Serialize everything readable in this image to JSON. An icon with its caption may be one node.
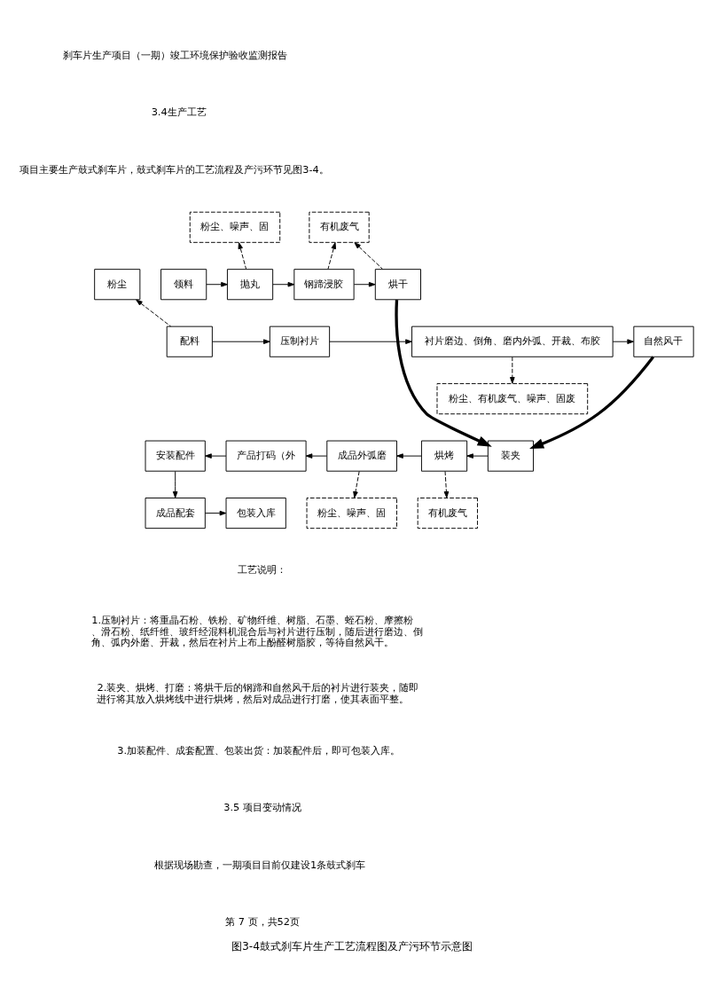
{
  "diagram": {
    "caption": "图3-4鼓式刹车片生产工艺流程图及产污环节示意图",
    "nodes": [
      {
        "text": [
          "粉尘、噪声、固"
        ]
      },
      {
        "text": [
          "有机废气"
        ]
      },
      {
        "text": [
          "粉尘"
        ]
      },
      {
        "text": [
          "领料"
        ]
      },
      {
        "text": [
          "抛丸"
        ]
      },
      {
        "text": [
          "钢蹄浸胶"
        ]
      },
      {
        "text": [
          "烘干"
        ]
      },
      {
        "text": [
          "配料"
        ]
      },
      {
        "text": [
          "压制衬片"
        ]
      },
      {
        "text": [
          "衬片磨边、倒角、磨内外弧、开裁、布胶"
        ]
      },
      {
        "text": [
          "自然风干"
        ]
      },
      {
        "text": [
          "粉尘、有机废气、噪声、固废"
        ]
      },
      {
        "text": [
          "安装配件"
        ]
      },
      {
        "text": [
          "产品打码（外"
        ]
      },
      {
        "text": [
          "成品外弧磨"
        ]
      },
      {
        "text": [
          "烘烤"
        ]
      },
      {
        "text": [
          "装夹"
        ]
      },
      {
        "text": [
          "粉尘、噪声、固"
        ]
      },
      {
        "text": [
          "有机废气"
        ]
      },
      {
        "text": [
          "成品配套"
        ]
      },
      {
        "text": [
          "包装入库"
        ]
      }
    ],
    "edges": [
      {
        "from": 4,
        "to": 0,
        "arrow": "to",
        "style": "dashed"
      },
      {
        "from": 5,
        "to": 1,
        "arrow": "to",
        "style": "dashed"
      },
      {
        "from": 6,
        "to": 1,
        "arrow": "to",
        "style": "dashed"
      },
      {
        "from": 7,
        "to": 2,
        "arrow": "to",
        "style": "dashed"
      },
      {
        "from": 3,
        "to": 4,
        "arrow": "to"
      },
      {
        "from": 4,
        "to": 5,
        "arrow": "to"
      },
      {
        "from": 5,
        "to": 6,
        "arrow": "to"
      },
      {
        "from": 7,
        "to": 8,
        "arrow": "to"
      },
      {
        "from": 8,
        "to": 9,
        "arrow": "to"
      },
      {
        "from": 9,
        "to": 10,
        "arrow": "to"
      },
      {
        "from": 9,
        "to": 11,
        "arrow": "to",
        "style": "dashed"
      },
      {
        "from": 6,
        "to": 16,
        "arrow": "to",
        "style": "thick"
      },
      {
        "from": 10,
        "to": 16,
        "arrow": "to",
        "style": "thick"
      },
      {
        "from": 16,
        "to": 15,
        "arrow": "to"
      },
      {
        "from": 15,
        "to": 14,
        "arrow": "to"
      },
      {
        "from": 14,
        "to": 13,
        "arrow": "to"
      },
      {
        "from": 13,
        "to": 12,
        "arrow": "to"
      },
      {
        "from": 14,
        "to": 17,
        "arrow": "to",
        "style": "dashed"
      },
      {
        "from": 15,
        "to": 18,
        "arrow": "to",
        "style": "dashed"
      },
      {
        "from": 12,
        "to": 19,
        "arrow": "to"
      },
      {
        "from": 19,
        "to": 20,
        "arrow": "to"
      }
    ],
    "labels": [
      "刹车片生产项目（一期）竣工环境保护验收监测报告",
      "3.4生产工艺",
      "项目主要生产鼓式刹车片，鼓式刹车片的工艺流程及产污环节见图3-4。",
      "工艺说明：",
      "1.压制衬片：将重晶石粉、铁粉、矿物纤维、树脂、石墨、蛭石粉、摩擦粉、滑石粉、纸纤维、玻纤经混料机混合后与衬片进行压制，随后进行磨边、倒角、弧内外磨、开裁，然后在衬片上布上酚醛树脂胶，等待自然风干。",
      "2.装夹、烘烤、打磨：将烘干后的钢蹄和自然风干后的衬片进行装夹，随即进行将其放入烘烤线中进行烘烤，然后对成品进行打磨，使其表面平整。",
      "3.加装配件、成套配置、包装出货：加装配件后，即可包装入库。",
      "3.5 项目变动情况",
      "根据现场勘查，一期项目目前仅建设1条鼓式刹车",
      "第 7 页，共52页"
    ]
  }
}
